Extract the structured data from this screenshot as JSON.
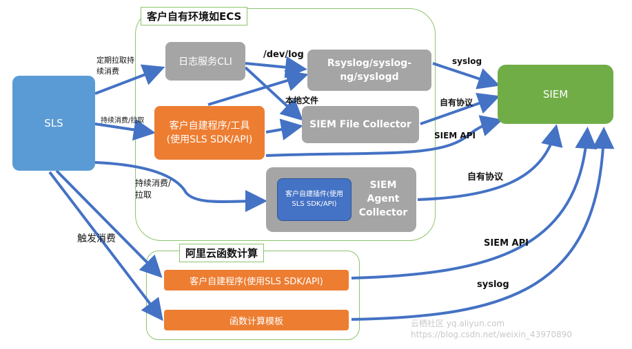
{
  "regions": {
    "ecs": "客户自有环境如ECS",
    "fc": "阿里云函数计算"
  },
  "nodes": {
    "sls": "SLS",
    "siem": "SIEM",
    "log_cli": "日志服务CLI",
    "rsyslog": "Rsyslog/syslog-ng/syslogd",
    "custom_program": "客户自建程序/工具(使用SLS SDK/API)",
    "file_collector": "SIEM File Collector",
    "agent_collector": "SIEM Agent Collector",
    "custom_plugin": "客户自建插件(使用SLS SDK/API)",
    "fc_program": "客户自建程序(使用SLS SDK/API)",
    "fc_template": "函数计算模板"
  },
  "edge_labels": {
    "periodic_pull": "定期拉取持续消费",
    "consume_pull": "持续消费/拉取",
    "dev_log": "/dev/log",
    "local_file": "本地文件",
    "syslog_top": "syslog",
    "own_protocol_top": "自有协议",
    "siem_api_top": "SIEM API",
    "consume_pull_agent": "持续消费/拉取",
    "own_protocol_agent": "自有协议",
    "trigger_consume": "触发消费",
    "siem_api_fc": "SIEM API",
    "syslog_fc": "syslog"
  },
  "watermark": "云栖社区 yq.aliyun.com  https://blog.csdn.net/weixin_43970890",
  "colors": {
    "arrow": "#4472c4",
    "region_border": "#8dc36b",
    "gray": "#a5a5a5",
    "orange": "#ed7d31",
    "blue": "#5b9bd5",
    "green": "#70ad47"
  }
}
